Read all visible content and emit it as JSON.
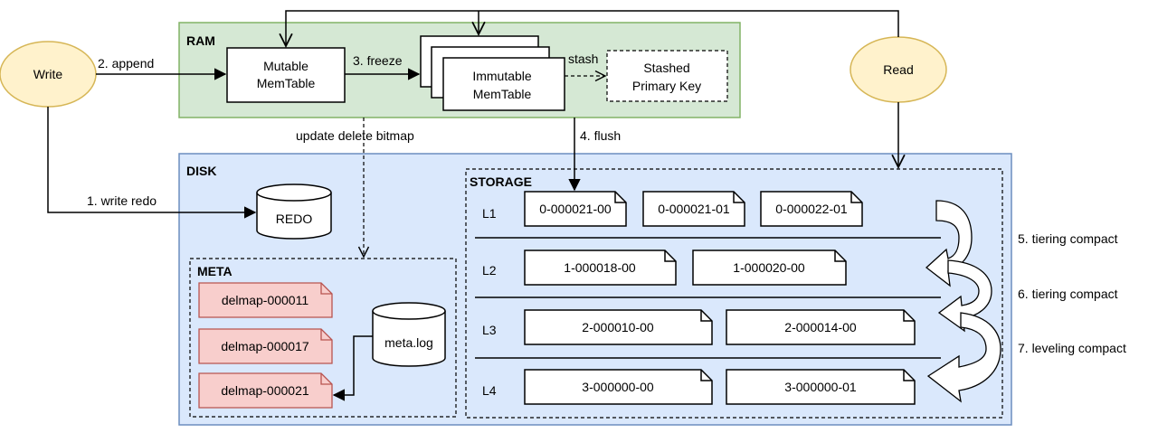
{
  "regions": {
    "ram": "RAM",
    "disk": "DISK",
    "storage": "STORAGE",
    "meta": "META"
  },
  "nodes": {
    "write": "Write",
    "read": "Read",
    "mutable": [
      "Mutable",
      "MemTable"
    ],
    "immutable": [
      "Immutable",
      "MemTable"
    ],
    "stashed": [
      "Stashed",
      "Primary Key"
    ],
    "redo": "REDO",
    "metalog": "meta.log"
  },
  "edges": {
    "append": "2. append",
    "freeze": "3. freeze",
    "stash": "stash",
    "update_bitmap": "update delete bitmap",
    "flush": "4. flush",
    "write_redo": "1. write redo"
  },
  "levels": {
    "l1": "L1",
    "l2": "L2",
    "l3": "L3",
    "l4": "L4"
  },
  "files": {
    "l1": [
      "0-000021-00",
      "0-000021-01",
      "0-000022-01"
    ],
    "l2": [
      "1-000018-00",
      "1-000020-00"
    ],
    "l3": [
      "2-000010-00",
      "2-000014-00"
    ],
    "l4": [
      "3-000000-00",
      "3-000000-01"
    ]
  },
  "delmaps": [
    "delmap-000011",
    "delmap-000017",
    "delmap-000021"
  ],
  "compactions": [
    "5. tiering compact",
    "6. tiering compact",
    "7. leveling compact"
  ],
  "colors": {
    "ram_fill": "#d5e8d4",
    "ram_stroke": "#82b366",
    "disk_fill": "#dae8fc",
    "disk_stroke": "#6c8ebf",
    "ellipse_fill": "#fff2cc",
    "ellipse_stroke": "#d6b656",
    "delmap_fill": "#f8cecc",
    "delmap_stroke": "#b85450"
  }
}
